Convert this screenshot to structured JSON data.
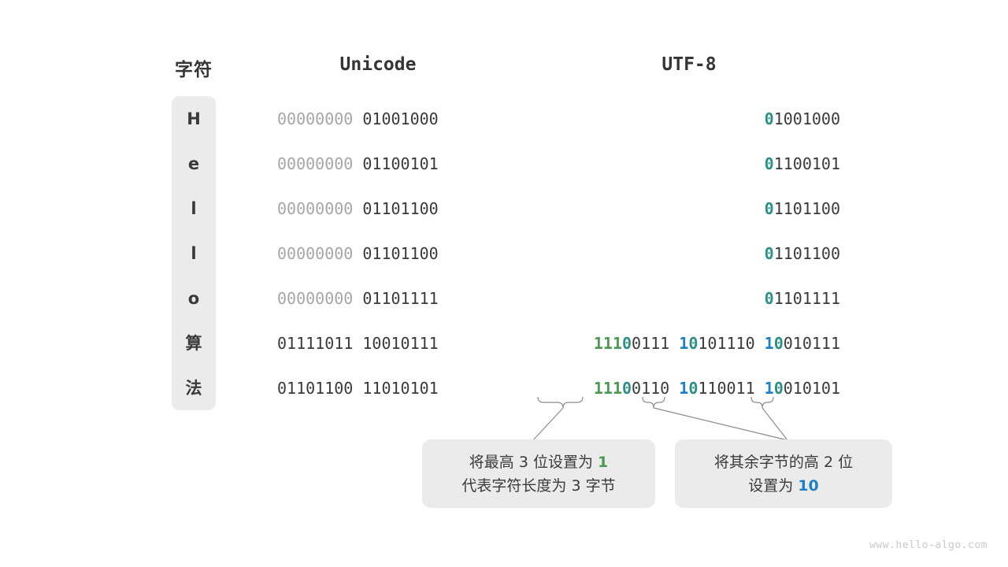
{
  "headers": {
    "char": "字符",
    "unicode": "Unicode",
    "utf8": "UTF-8"
  },
  "rows": [
    {
      "char": "H",
      "unicode_high": "00000000 ",
      "unicode_low": "01001000",
      "utf8_lead_green": "",
      "utf8_lead_teal": "0",
      "utf8_rest": "1001000"
    },
    {
      "char": "e",
      "unicode_high": "00000000 ",
      "unicode_low": "01100101",
      "utf8_lead_green": "",
      "utf8_lead_teal": "0",
      "utf8_rest": "1100101"
    },
    {
      "char": "l",
      "unicode_high": "00000000 ",
      "unicode_low": "01101100",
      "utf8_lead_green": "",
      "utf8_lead_teal": "0",
      "utf8_rest": "1101100"
    },
    {
      "char": "l",
      "unicode_high": "00000000 ",
      "unicode_low": "01101100",
      "utf8_lead_green": "",
      "utf8_lead_teal": "0",
      "utf8_rest": "1101100"
    },
    {
      "char": "o",
      "unicode_high": "00000000 ",
      "unicode_low": "01101111",
      "utf8_lead_green": "",
      "utf8_lead_teal": "0",
      "utf8_rest": "1101111"
    }
  ],
  "multibyte_rows": [
    {
      "char": "算",
      "unicode": "01111011 10010111",
      "byte1_green": "111",
      "byte1_teal": "0",
      "byte1_rest": "0111",
      "byte2_blue": "1",
      "byte2_teal": "0",
      "byte2_rest": "101110",
      "byte3_blue": "1",
      "byte3_teal": "0",
      "byte3_rest": "010111"
    },
    {
      "char": "法",
      "unicode": "01101100 11010101",
      "byte1_green": "111",
      "byte1_teal": "0",
      "byte1_rest": "0110",
      "byte2_blue": "1",
      "byte2_teal": "0",
      "byte2_rest": "110011",
      "byte3_blue": "1",
      "byte3_teal": "0",
      "byte3_rest": "010101"
    }
  ],
  "callouts": {
    "left": {
      "line1_a": "将最高 ",
      "line1_num": "3",
      "line1_b": " 位设置为 ",
      "line1_highlight": "1",
      "line2": "代表字符长度为 3 字节"
    },
    "right": {
      "line1": "将其余字节的高 2 位",
      "line2_a": "设置为 ",
      "line2_highlight": "10"
    }
  },
  "watermark": "www.hello-algo.com",
  "colors": {
    "green": "#4c9a52",
    "teal": "#2c9184",
    "blue": "#1f7fc4",
    "dim": "#a6a6a6",
    "dark": "#3a3a3a",
    "box": "#ebebeb"
  }
}
